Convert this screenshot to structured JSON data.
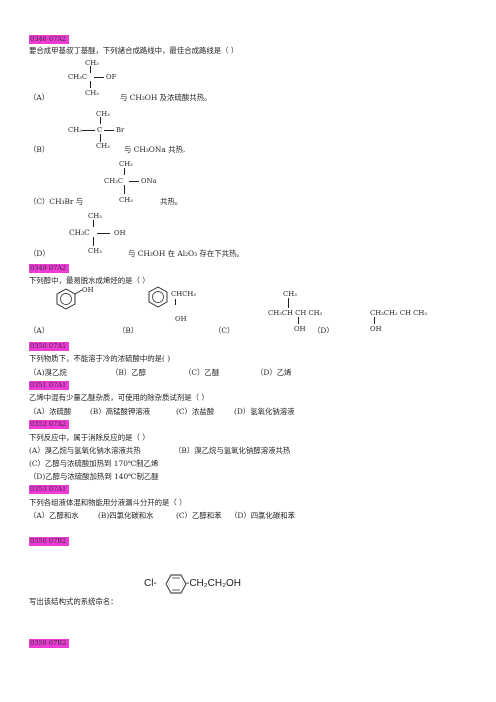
{
  "colors": {
    "tag_bg": "#ee3bd6",
    "text": "#222222"
  },
  "q0346": {
    "tag": "0346 07A2",
    "stem": "要合成甲基叔丁基醚，下列諸合成路线中，最佳合成路线是（        ）",
    "A": {
      "label": "（A）",
      "top": "CH₃",
      "left": "CH₃C",
      "right": "OF",
      "bottom": "CH₃",
      "note": "与 CH₃OH 及浓硫酸共热。"
    },
    "B": {
      "label": "（B）",
      "top": "CH₃",
      "left": "CH₃",
      "center": "C",
      "right": "Br",
      "bottom": "CH₃",
      "note": "与 CH₃ONa 共热."
    },
    "C": {
      "label": "（C）CH₃Br 与",
      "top": "CH₃",
      "left": "CH₃C",
      "right": "ONa",
      "bottom": "CH₃",
      "note": "共热。"
    },
    "D": {
      "label": "（D）",
      "top": "CH₃",
      "left": "CH₃C",
      "right": "OH",
      "bottom": "CH₃",
      "note": "与 CH₃OH 在 Al₂O₃ 存在下共热。"
    }
  },
  "q0349": {
    "tag": "0349 07A2",
    "stem": "下列醇中，最易脱水成烯烃的是（        ）",
    "A": {
      "label": "（A）",
      "sub": "OH"
    },
    "B": {
      "label": "（B）",
      "sub1": "CHCH₃",
      "sub2": "OH"
    },
    "C": {
      "label": "（C）",
      "top": "CH₃",
      "chain": "CH₃CH CH CH₃",
      "oh": "OH"
    },
    "D": {
      "label": "（D）",
      "chain": "CH₃CH₂ CH CH₃",
      "oh": "OH"
    }
  },
  "q0350": {
    "tag": "0350 07A1",
    "stem": "下列物质下，不能溶于冷的浓硫酸中的是(       )",
    "options": [
      "（A)溴乙烷",
      "（B）乙醇",
      "（C）乙醚",
      "（D）乙烯"
    ]
  },
  "q0351": {
    "tag": "0351 07A1",
    "stem": "乙烯中混有少量乙醚杂质，可使用的除杂质试剂是（        ）",
    "options": [
      "（A）浓硫酸",
      "(B）高锰酸钾溶液",
      "(C）浓盐酸",
      "(D）氢氧化钠溶液"
    ]
  },
  "q0352": {
    "tag": "0352 07A2",
    "stem": "下列反应中，属于消除反应的是（        ）",
    "line1a": "(A）溴乙烷与氢氧化钠水溶液共热",
    "line1b": "（B）溴乙烷与氢氧化钠醇溶液共热",
    "line2": "(C）乙醇与浓硫酸加热到 170℃制乙烯",
    "line3": "（D)乙醇与浓硫酸加热到 140℃制乙醚"
  },
  "q0353": {
    "tag": "0353 07A1",
    "stem": "下列各组液体混和物能用分液漏斗分开的是（        ）",
    "options": [
      "（A）乙醇和水",
      "(B)四氯化碳和水",
      "(C）乙醇和苯",
      "（D）四氯化碳和苯"
    ]
  },
  "q0356": {
    "tag": "0356 07B2",
    "left": "Cl-",
    "right": "-CH₂CH₂OH",
    "stem": "写出该结构式的系统命名："
  },
  "q0358": {
    "tag": "0358 07B2"
  }
}
